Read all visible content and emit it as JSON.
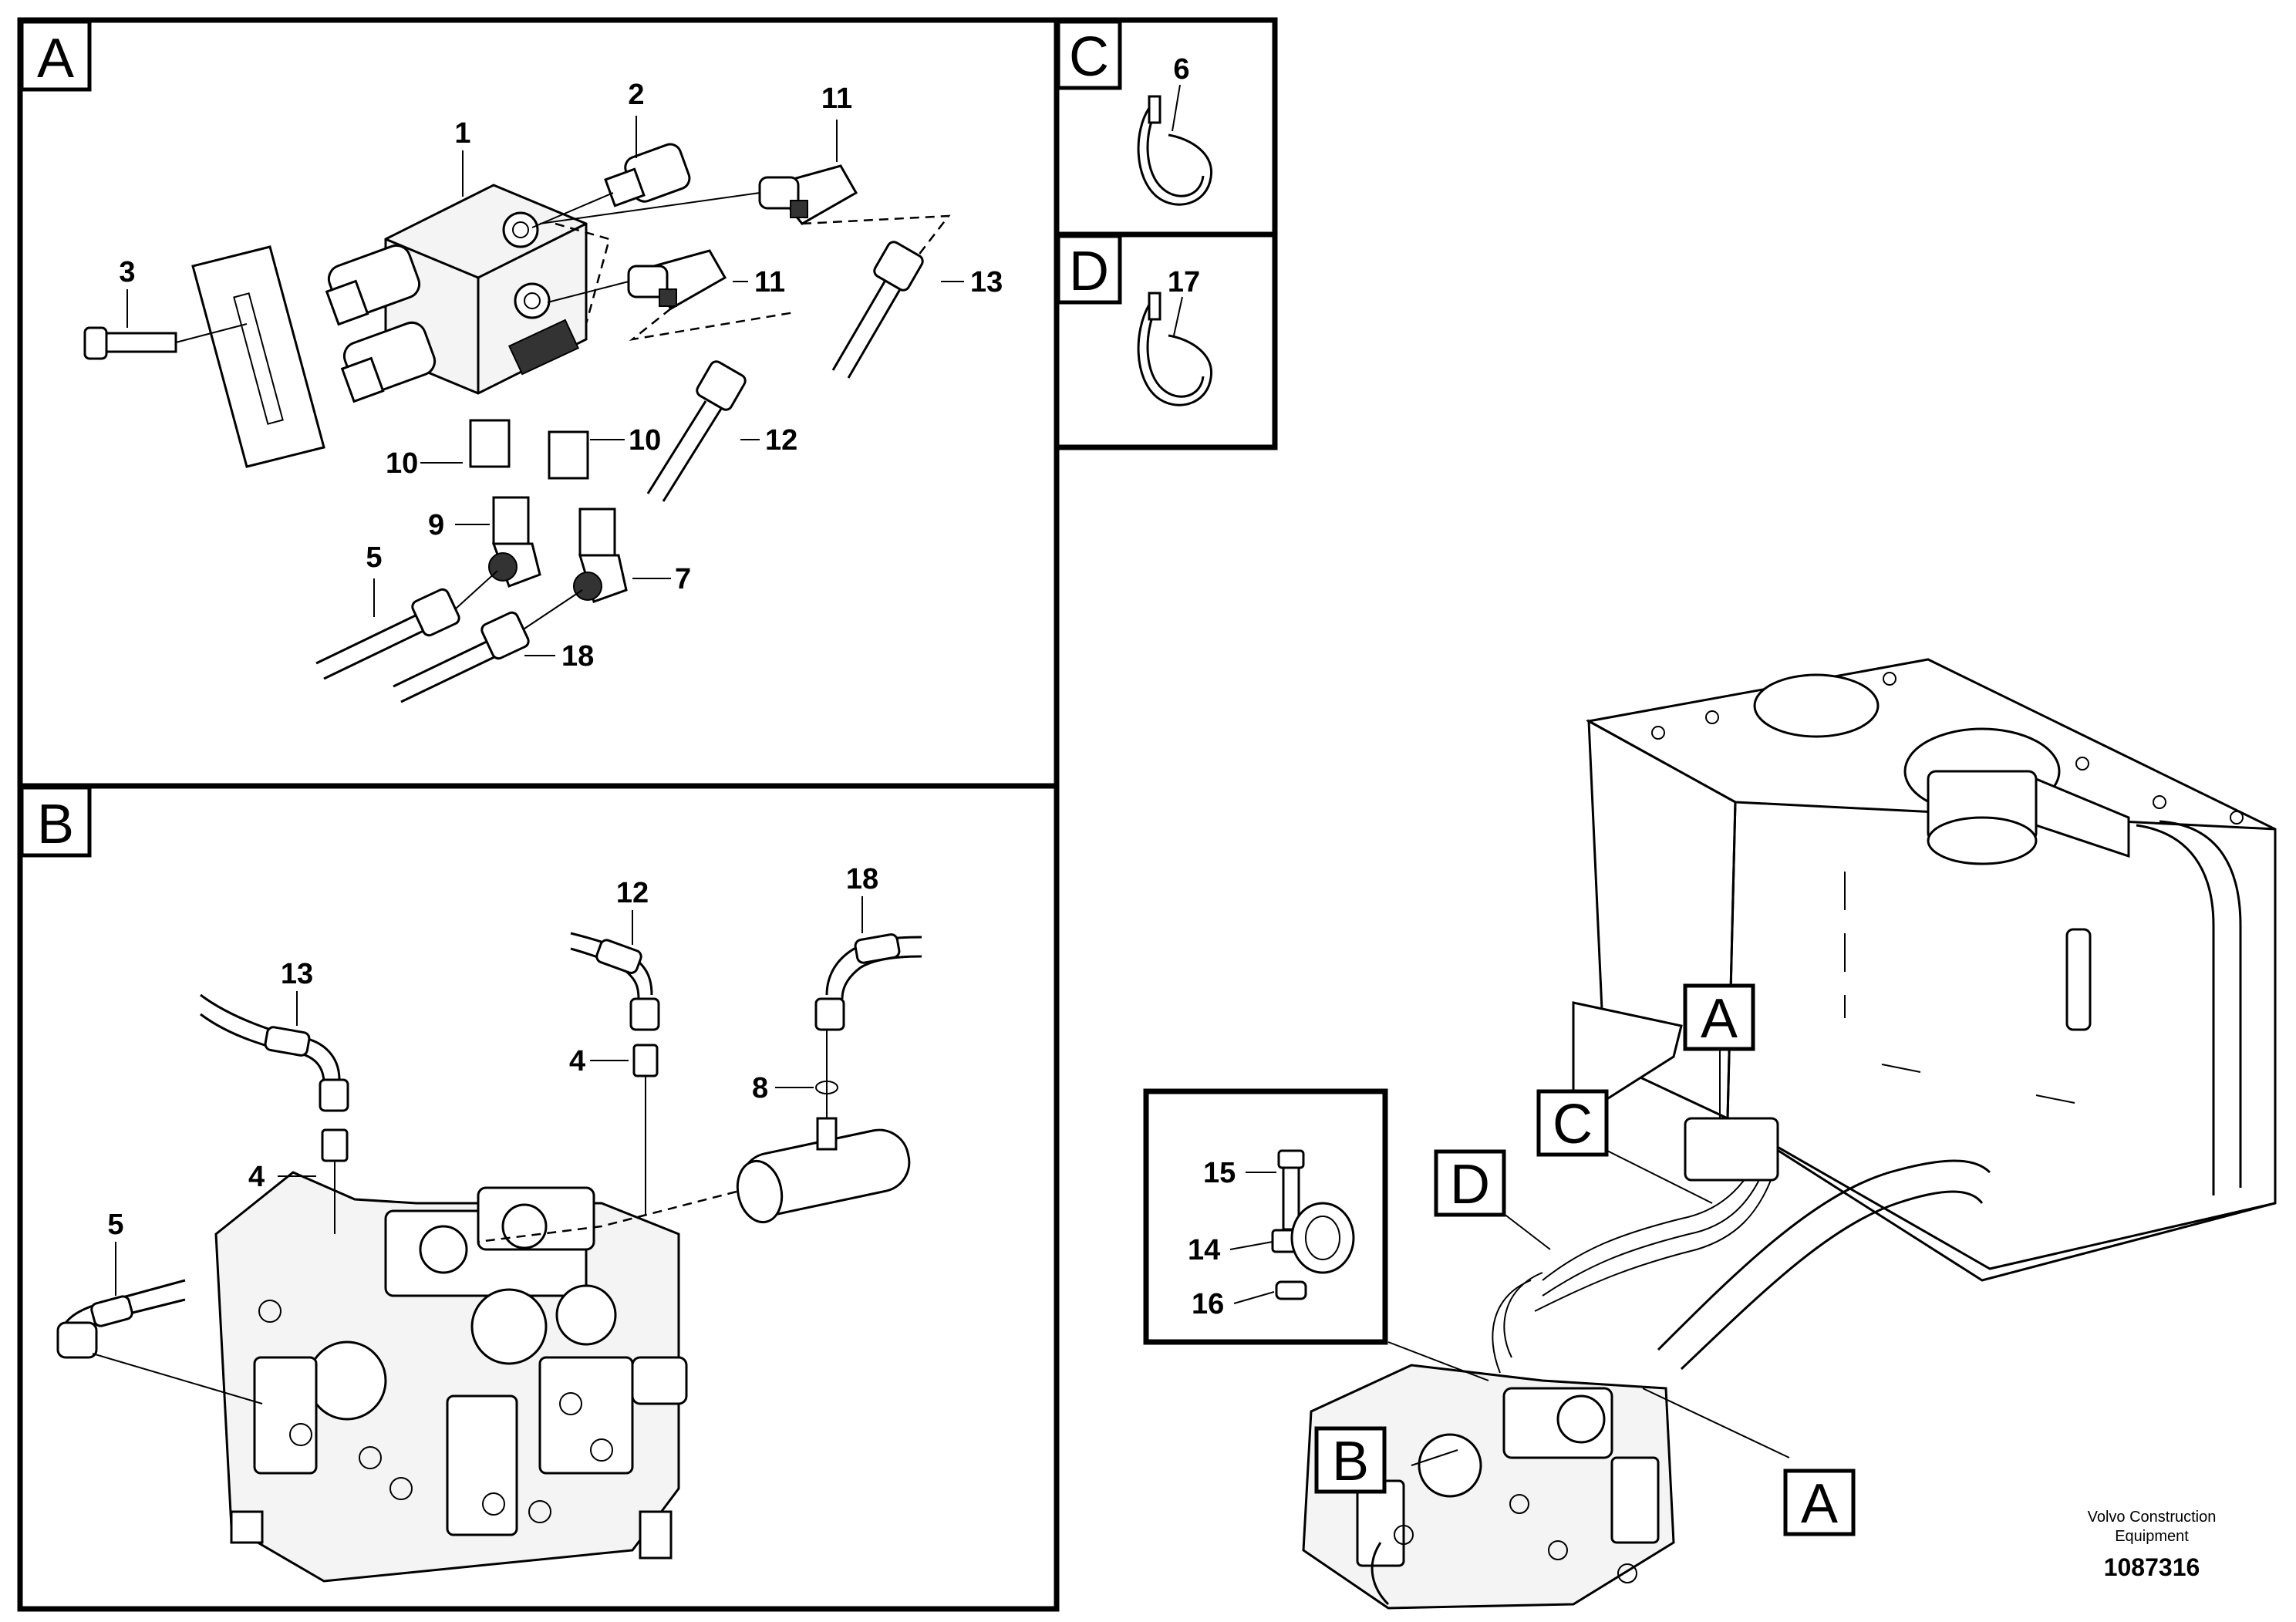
{
  "sections": {
    "a": "A",
    "b": "B",
    "c": "C",
    "d": "D"
  },
  "overview": {
    "label_a_top": "A",
    "label_c": "C",
    "label_d": "D",
    "label_b": "B",
    "label_a_bottom": "A"
  },
  "panel_a": {
    "n1": "1",
    "n2": "2",
    "n3": "3",
    "n5": "5",
    "n7": "7",
    "n9": "9",
    "n10_left": "10",
    "n10_right": "10",
    "n11_top": "11",
    "n11_mid": "11",
    "n12": "12",
    "n13": "13",
    "n18": "18"
  },
  "panel_b": {
    "n4_left": "4",
    "n4_mid": "4",
    "n5": "5",
    "n8": "8",
    "n12": "12",
    "n13": "13",
    "n18": "18"
  },
  "panel_c": {
    "n6": "6"
  },
  "panel_d": {
    "n17": "17"
  },
  "detail": {
    "n14": "14",
    "n15": "15",
    "n16": "16"
  },
  "footer": {
    "brand_line1": "Volvo Construction",
    "brand_line2": "Equipment",
    "code": "1087316"
  }
}
